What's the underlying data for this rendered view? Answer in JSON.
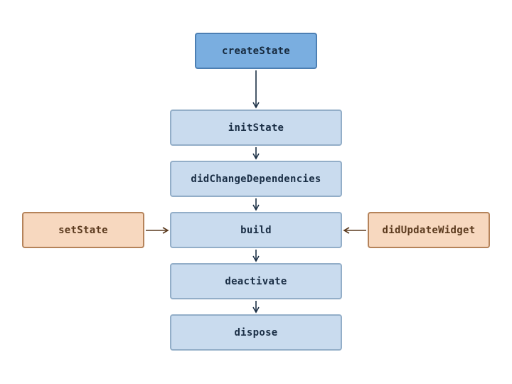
{
  "diagram": {
    "nodes": {
      "create_state": "createState",
      "init_state": "initState",
      "did_change_dependencies": "didChangeDependencies",
      "build": "build",
      "deactivate": "deactivate",
      "dispose": "dispose",
      "set_state": "setState",
      "did_update_widget": "didUpdateWidget"
    },
    "edges": [
      {
        "from": "createState",
        "to": "initState"
      },
      {
        "from": "initState",
        "to": "didChangeDependencies"
      },
      {
        "from": "didChangeDependencies",
        "to": "build"
      },
      {
        "from": "setState",
        "to": "build"
      },
      {
        "from": "didUpdateWidget",
        "to": "build"
      },
      {
        "from": "build",
        "to": "deactivate"
      },
      {
        "from": "deactivate",
        "to": "dispose"
      }
    ],
    "colors": {
      "primary_fill": "#7aaee0",
      "step_fill": "#c9dbee",
      "trigger_fill": "#f7d8bf",
      "arrow_main": "#1b2f45",
      "arrow_trigger": "#5b3a1e"
    }
  }
}
